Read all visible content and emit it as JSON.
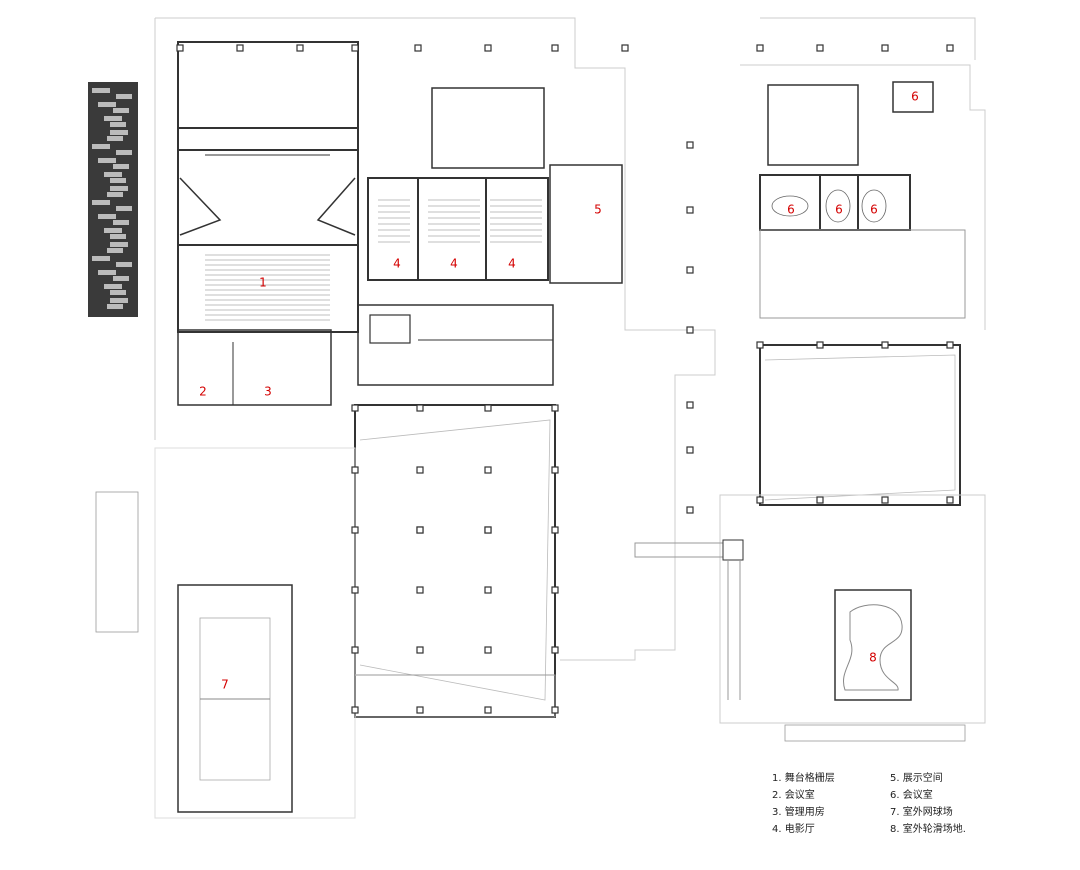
{
  "room_labels": {
    "1": "1",
    "2": "2",
    "3": "3",
    "4a": "4",
    "4b": "4",
    "4c": "4",
    "5": "5",
    "6a": "6",
    "6b": "6",
    "6c": "6",
    "6d": "6",
    "7": "7",
    "8": "8"
  },
  "legend": {
    "left": [
      "1. 舞台格栅层",
      "2. 会议室",
      "3. 管理用房",
      "4. 电影厅"
    ],
    "right": [
      "5. 展示空间",
      "6. 会议室",
      "7. 室外网球场",
      "8. 室外轮滑场地."
    ]
  },
  "colors": {
    "wall": "#333333",
    "thin_line": "#999999",
    "faint_line": "#cccccc",
    "label": "#d40000",
    "panel_dark": "#3a3a3a"
  }
}
